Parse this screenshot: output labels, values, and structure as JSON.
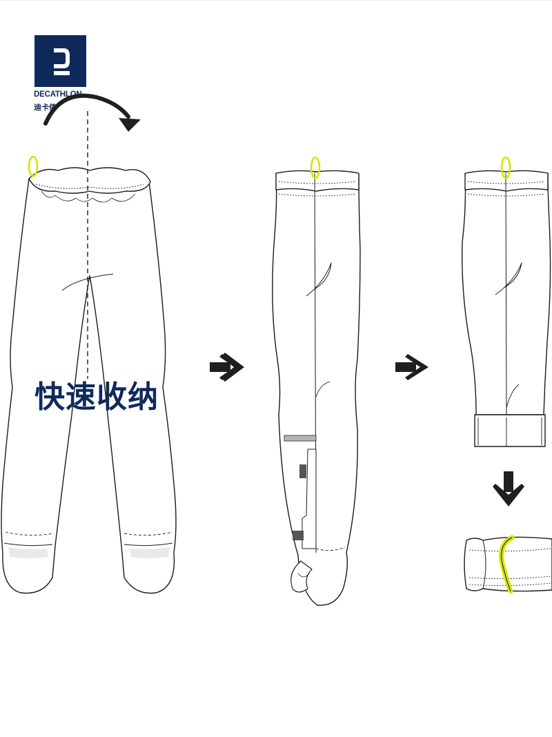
{
  "brand": {
    "name": "DECATHLON",
    "name_cn": "迪卡侬",
    "color": "#0f2a5a"
  },
  "caption": "快速收纳",
  "colors": {
    "outline": "#1a1a1a",
    "arrow": "#1f1f1f",
    "loop": "#d4e600",
    "reflective": "#b5b5b5",
    "shade": "#e9e9e9"
  },
  "steps": [
    {
      "name": "fold-in-half",
      "icon": "curved-fold-arrow-icon"
    },
    {
      "name": "folded-flat",
      "icon": "arrow-right-icon"
    },
    {
      "name": "roll-from-cuff",
      "icon": "arrow-right-icon"
    },
    {
      "name": "rolled-bundle",
      "icon": "arrow-down-icon"
    }
  ]
}
